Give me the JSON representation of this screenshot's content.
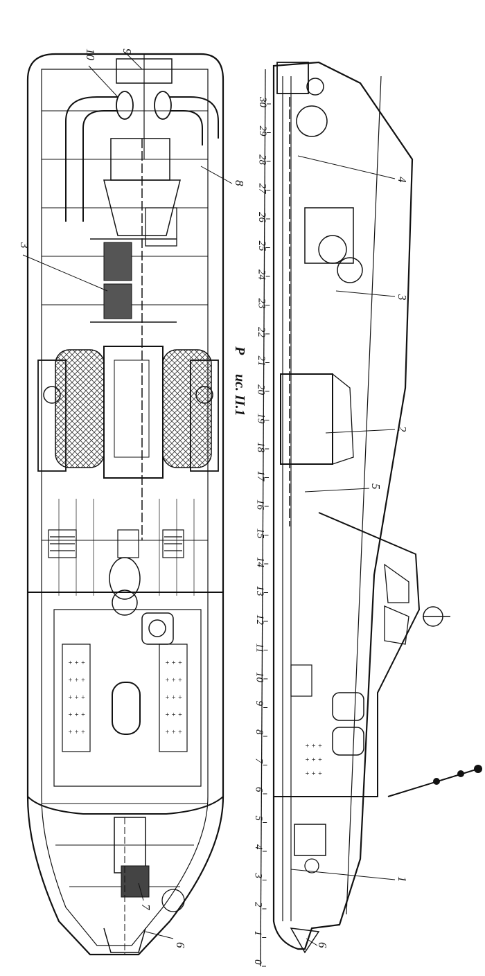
{
  "figure": {
    "caption_fragment_1": "Р",
    "caption_fragment_2": "ис. ІІ.1",
    "caption_fragment_3": "",
    "station_numbers": [
      "0",
      "1",
      "2",
      "3",
      "4",
      "5",
      "6",
      "7",
      "8",
      "9",
      "10",
      "11",
      "12",
      "13",
      "14",
      "15",
      "16",
      "17",
      "18",
      "19",
      "20",
      "21",
      "22",
      "23",
      "24",
      "25",
      "26",
      "27",
      "28",
      "29",
      "30"
    ],
    "plan_callouts": [
      "9",
      "10",
      "8",
      "3",
      "7",
      "6"
    ],
    "elevation_callouts": [
      "4",
      "3",
      "2",
      "5",
      "1",
      "6"
    ]
  },
  "colors": {
    "ink": "#111111",
    "paper": "#ffffff"
  }
}
